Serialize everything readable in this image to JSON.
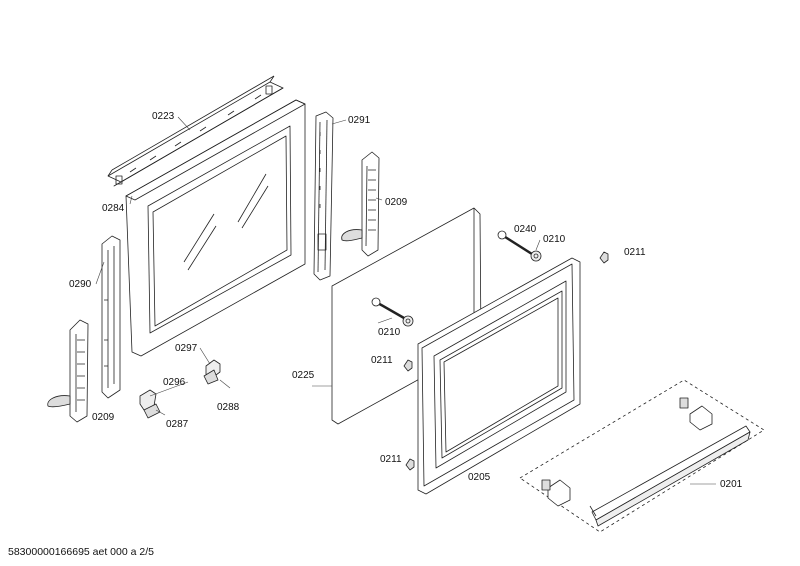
{
  "callouts": {
    "c0223": "0223",
    "c0291": "0291",
    "c0284": "0284",
    "c0209_right": "0209",
    "c0240": "0240",
    "c0210_top": "0210",
    "c0211_top": "0211",
    "c0290": "0290",
    "c0210_mid": "0210",
    "c0297": "0297",
    "c0211_mid": "0211",
    "c0225": "0225",
    "c0296": "0296",
    "c0288": "0288",
    "c0209_left": "0209",
    "c0287": "0287",
    "c0211_bot": "0211",
    "c0205": "0205",
    "c0201": "0201"
  },
  "footer": "58300000166695 aet 000 a 2/5"
}
